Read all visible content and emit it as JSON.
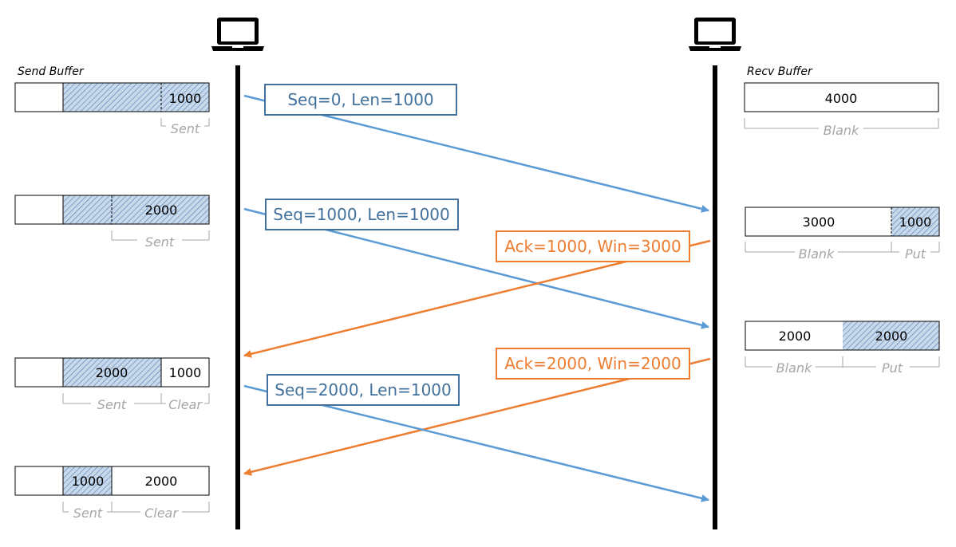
{
  "left_title": "Send Buffer",
  "right_title": "Recv Buffer",
  "colors": {
    "seq": "#5b9bd5",
    "seq_box": "#41719c",
    "ack": "#ed7d31",
    "hatch_bg": "#c9d9ec",
    "hatch_line": "#4f7cae",
    "bracket": "#a6a6a6",
    "line": "#000000"
  },
  "icons": {
    "sender": "laptop-icon",
    "receiver": "laptop-icon"
  },
  "send_buffer_states": [
    {
      "values": [
        "1000"
      ],
      "labels": [
        "Sent"
      ]
    },
    {
      "values": [
        "2000"
      ],
      "labels": [
        "Sent"
      ]
    },
    {
      "values": [
        "2000",
        "1000"
      ],
      "labels": [
        "Sent",
        "Clear"
      ]
    },
    {
      "values": [
        "1000",
        "2000"
      ],
      "labels": [
        "Sent",
        "Clear"
      ]
    }
  ],
  "recv_buffer_states": [
    {
      "values": [
        "4000"
      ],
      "labels": [
        "Blank"
      ]
    },
    {
      "values": [
        "3000",
        "1000"
      ],
      "labels": [
        "Blank",
        "Put"
      ]
    },
    {
      "values": [
        "2000",
        "2000"
      ],
      "labels": [
        "Blank",
        "Put"
      ]
    }
  ],
  "messages": [
    {
      "text": "Seq=0, Len=1000",
      "kind": "seq"
    },
    {
      "text": "Seq=1000, Len=1000",
      "kind": "seq"
    },
    {
      "text": "Ack=1000, Win=3000",
      "kind": "ack"
    },
    {
      "text": "Ack=2000, Win=2000",
      "kind": "ack"
    },
    {
      "text": "Seq=2000, Len=1000",
      "kind": "seq"
    }
  ]
}
